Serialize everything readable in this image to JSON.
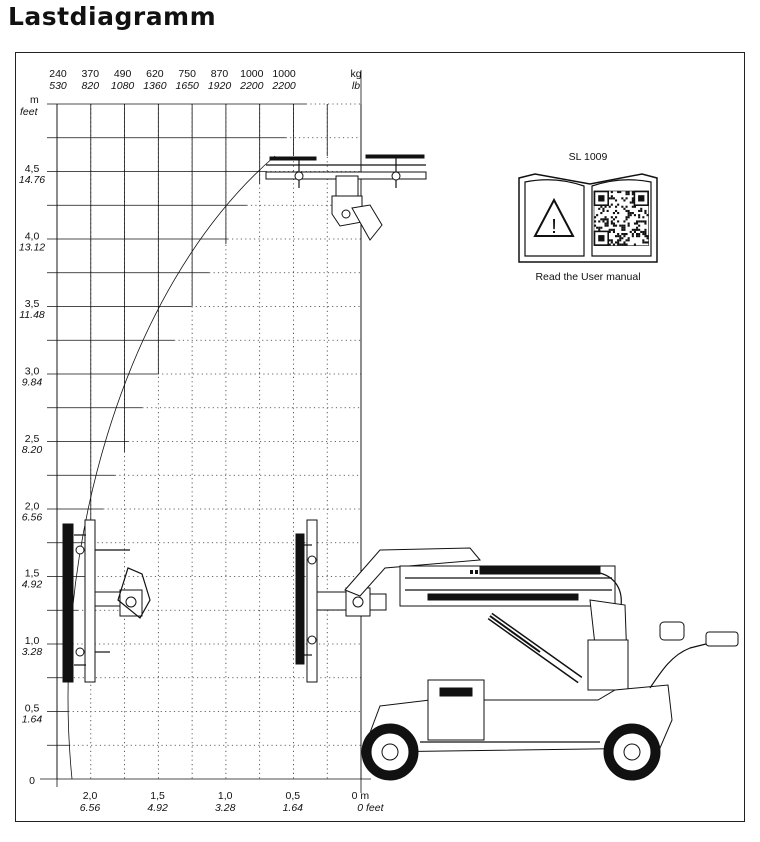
{
  "title": "Lastdiagramm",
  "load_columns": [
    {
      "kg": "240",
      "lb": "530"
    },
    {
      "kg": "370",
      "lb": "820"
    },
    {
      "kg": "490",
      "lb": "1080"
    },
    {
      "kg": "620",
      "lb": "1360"
    },
    {
      "kg": "750",
      "lb": "1650"
    },
    {
      "kg": "870",
      "lb": "1920"
    },
    {
      "kg": "1000",
      "lb": "2200"
    },
    {
      "kg": "1000",
      "lb": "2200"
    }
  ],
  "load_unit": {
    "kg": "kg",
    "lb": "lb"
  },
  "height_axis": {
    "unit_m": "m",
    "unit_ft": "feet",
    "ticks": [
      {
        "m": "4,5",
        "ft": "14.76"
      },
      {
        "m": "4,0",
        "ft": "13.12"
      },
      {
        "m": "3,5",
        "ft": "11.48"
      },
      {
        "m": "3,0",
        "ft": "9.84"
      },
      {
        "m": "2,5",
        "ft": "8.20"
      },
      {
        "m": "2,0",
        "ft": "6.56"
      },
      {
        "m": "1,5",
        "ft": "4.92"
      },
      {
        "m": "1,0",
        "ft": "3.28"
      },
      {
        "m": "0,5",
        "ft": "1.64"
      },
      {
        "m": "0",
        "ft": ""
      }
    ]
  },
  "reach_axis": {
    "ticks": [
      {
        "m": "2,0",
        "ft": "6.56"
      },
      {
        "m": "1,5",
        "ft": "4.92"
      },
      {
        "m": "1,0",
        "ft": "3.28"
      },
      {
        "m": "0,5",
        "ft": "1.64"
      },
      {
        "m": "0 m",
        "ft": "0 feet"
      }
    ]
  },
  "manual_notice": {
    "model": "SL 1009",
    "caption": "Read the User manual",
    "warning_symbol": "!",
    "icons": [
      "warning-triangle-icon",
      "qr-code-icon",
      "open-book-icon"
    ]
  }
}
